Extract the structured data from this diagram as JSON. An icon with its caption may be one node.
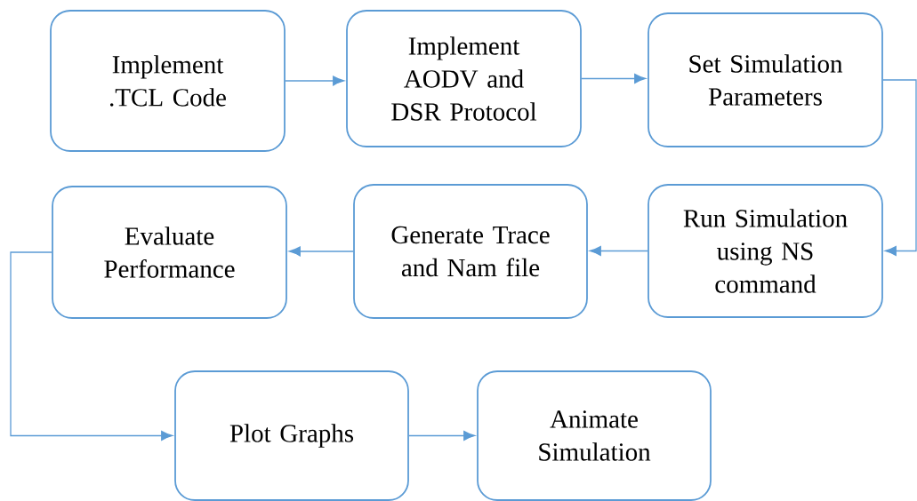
{
  "diagram": {
    "nodes": [
      {
        "text": [
          "Implement .TCL Code"
        ]
      },
      {
        "text": [
          "Implement AODV and DSR Protocol"
        ]
      },
      {
        "text": [
          "Set Simulation Parameters"
        ]
      },
      {
        "text": [
          "Run Simulation using NS command"
        ]
      },
      {
        "text": [
          "Generate Trace and Nam file"
        ]
      },
      {
        "text": [
          "Evaluate Performance"
        ]
      },
      {
        "text": [
          "Plot Graphs"
        ]
      },
      {
        "text": [
          "Animate Simulation"
        ]
      }
    ],
    "edges": [
      {
        "from": 0,
        "to": 1,
        "arrow": "to"
      },
      {
        "from": 1,
        "to": 2,
        "arrow": "to"
      },
      {
        "from": 2,
        "to": 3,
        "arrow": "to"
      },
      {
        "from": 3,
        "to": 4,
        "arrow": "to"
      },
      {
        "from": 4,
        "to": 5,
        "arrow": "to"
      },
      {
        "from": 5,
        "to": 6,
        "arrow": "to"
      },
      {
        "from": 6,
        "to": 7,
        "arrow": "to"
      }
    ]
  }
}
